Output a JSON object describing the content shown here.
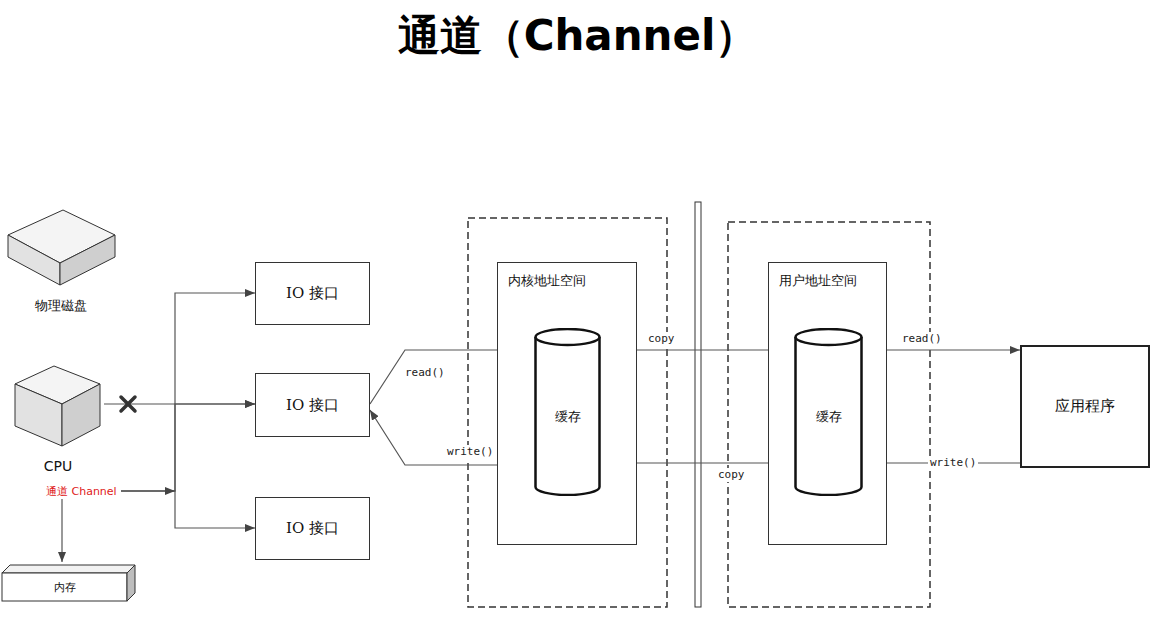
{
  "diagram": {
    "title": "通道（Channel）",
    "nodes": [
      {
        "text": [
          "物理磁盘"
        ]
      },
      {
        "text": [
          "CPU"
        ]
      },
      {
        "text": [
          "通道 Channel"
        ]
      },
      {
        "text": [
          "内存"
        ]
      },
      {
        "text": [
          "IO 接口"
        ]
      },
      {
        "text": [
          "IO 接口"
        ]
      },
      {
        "text": [
          "IO 接口"
        ]
      },
      {
        "text": [
          "内核地址空间"
        ]
      },
      {
        "text": [
          "缓存"
        ],
        "in": 7
      },
      {
        "text": [
          "用户地址空间"
        ]
      },
      {
        "text": [
          "缓存"
        ],
        "in": 9
      },
      {
        "text": [
          "应用程序"
        ]
      }
    ],
    "edges": [
      {
        "from": 1,
        "to": 5,
        "arrow": "to"
      },
      {
        "from": 2,
        "to": 4,
        "arrow": "to"
      },
      {
        "from": 2,
        "to": 5,
        "arrow": "to"
      },
      {
        "from": 2,
        "to": 6,
        "arrow": "to"
      },
      {
        "from": 2,
        "to": 3,
        "arrow": "to"
      },
      {
        "from": 5,
        "to": 8,
        "label": "read()",
        "arrow": "to"
      },
      {
        "from": 8,
        "to": 5,
        "label": "write()",
        "arrow": "to"
      },
      {
        "from": 8,
        "to": 10,
        "label": "copy",
        "arrow": "to"
      },
      {
        "from": 10,
        "to": 8,
        "label": "copy",
        "arrow": "to"
      },
      {
        "from": 10,
        "to": 11,
        "label": "read()",
        "arrow": "to"
      },
      {
        "from": 11,
        "to": 10,
        "label": "write()",
        "arrow": "to"
      }
    ]
  }
}
